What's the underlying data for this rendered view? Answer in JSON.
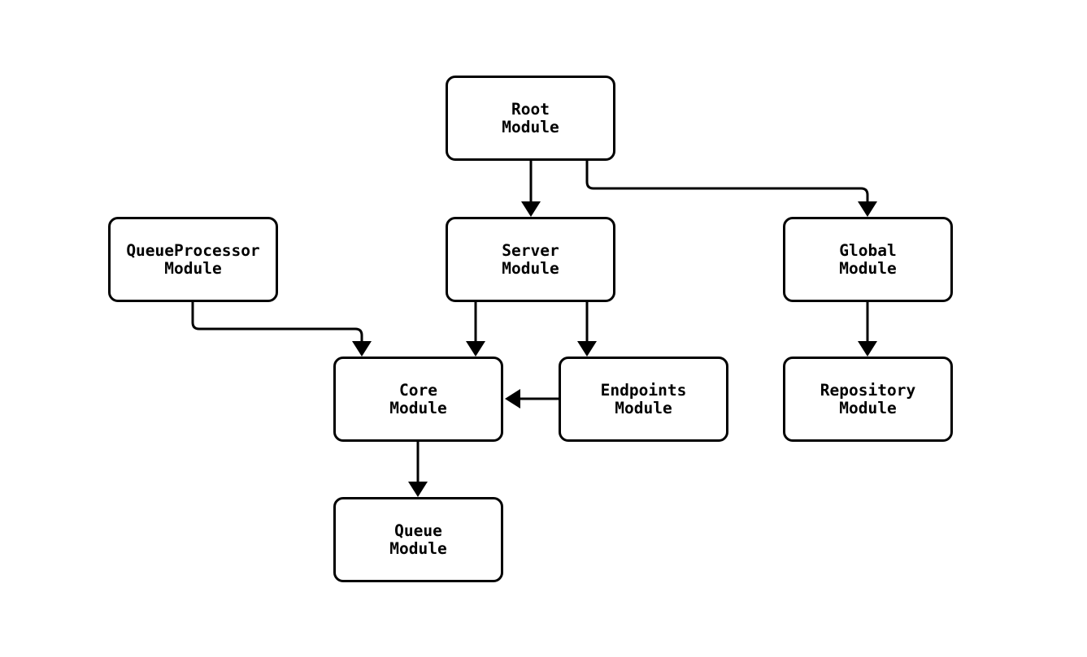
{
  "diagram": {
    "background_color": "#ffffff",
    "stroke_color": "#000000",
    "nodes": [
      {
        "id": "root",
        "label": "Root\nModule"
      },
      {
        "id": "queueprocessor",
        "label": "QueueProcessor\nModule"
      },
      {
        "id": "server",
        "label": "Server\nModule"
      },
      {
        "id": "global",
        "label": "Global\nModule"
      },
      {
        "id": "core",
        "label": "Core\nModule"
      },
      {
        "id": "endpoints",
        "label": "Endpoints\nModule"
      },
      {
        "id": "repository",
        "label": "Repository\nModule"
      },
      {
        "id": "queue",
        "label": "Queue\nModule"
      }
    ],
    "edges": [
      {
        "from": "Root Module",
        "to": "Server Module"
      },
      {
        "from": "Root Module",
        "to": "Global Module"
      },
      {
        "from": "QueueProcessor Module",
        "to": "Core Module"
      },
      {
        "from": "Server Module",
        "to": "Core Module"
      },
      {
        "from": "Server Module",
        "to": "Endpoints Module"
      },
      {
        "from": "Endpoints Module",
        "to": "Core Module"
      },
      {
        "from": "Global Module",
        "to": "Repository Module"
      },
      {
        "from": "Core Module",
        "to": "Queue Module"
      }
    ]
  }
}
